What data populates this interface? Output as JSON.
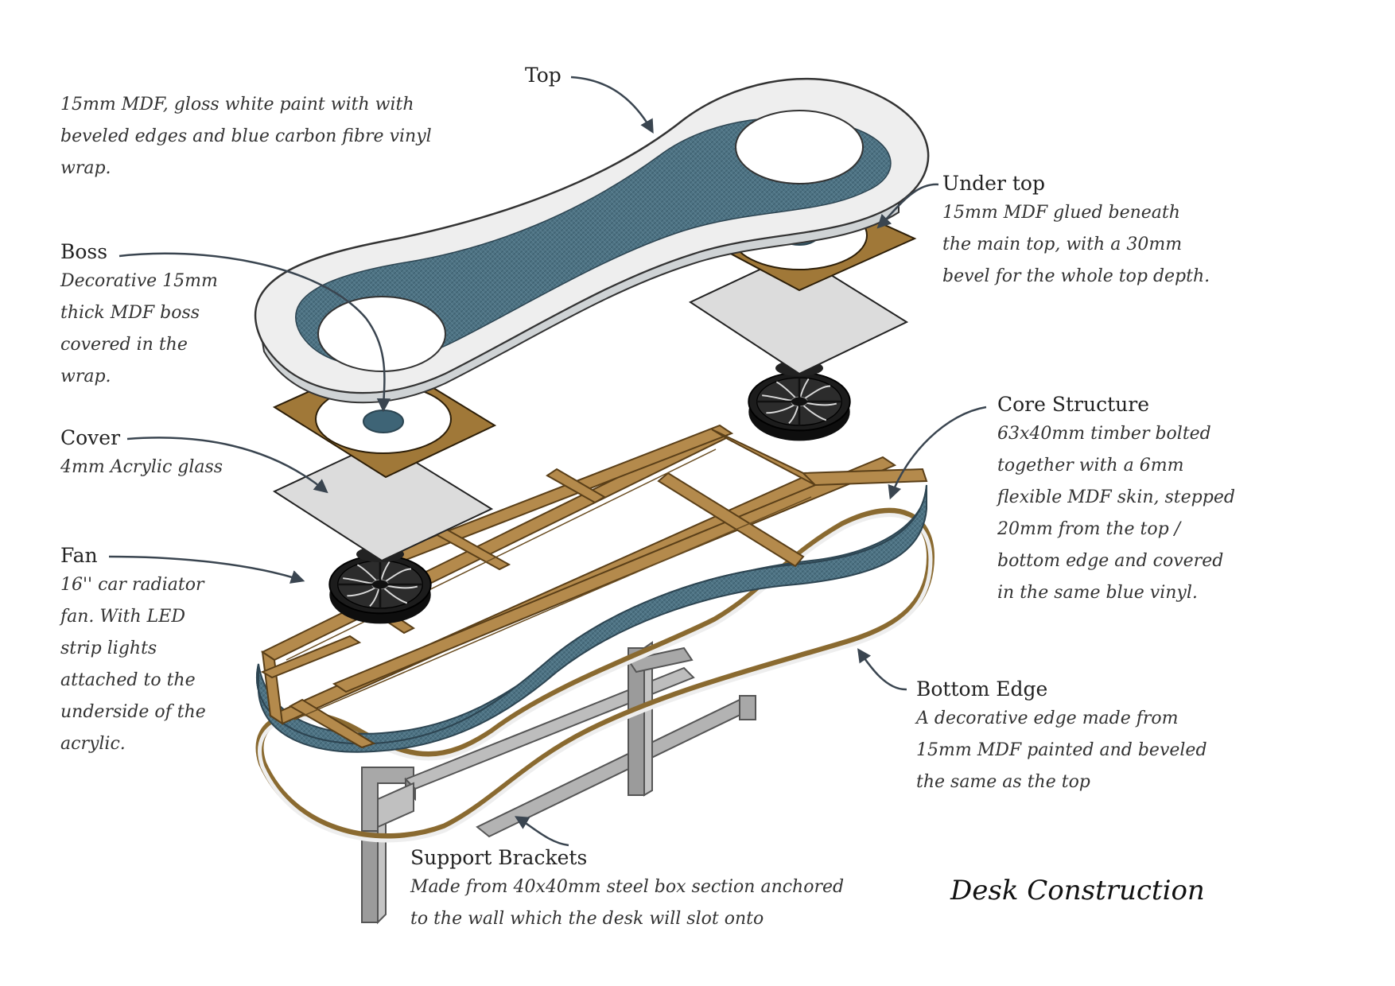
{
  "title": "Desk Construction",
  "callouts": {
    "top": {
      "label": "Top",
      "text": "15mm MDF, gloss white paint with  with\nbeveled edges and blue carbon fibre vinyl\nwrap."
    },
    "under_top": {
      "label": "Under top",
      "text": "15mm MDF glued beneath\nthe main top, with a 30mm\nbevel for the whole top depth."
    },
    "boss": {
      "label": "Boss",
      "text": "Decorative 15mm\nthick MDF boss\ncovered in the\nwrap."
    },
    "cover": {
      "label": "Cover",
      "text": "4mm Acrylic glass"
    },
    "fan": {
      "label": "Fan",
      "text": "16'' car radiator\nfan. With LED\nstrip lights\nattached to the\nunderside of the\nacrylic."
    },
    "core_structure": {
      "label": "Core Structure",
      "text": "63x40mm timber bolted\ntogether  with a 6mm\nflexible MDF skin, stepped\n20mm from the top /\nbottom edge and covered\nin the same blue vinyl."
    },
    "bottom_edge": {
      "label": "Bottom Edge",
      "text": "A  decorative  edge  made  from\n15mm MDF painted and beveled\nthe same as the top"
    },
    "support_brackets": {
      "label": "Support Brackets",
      "text": "Made from 40x40mm steel box section anchored\nto the wall which the desk will slot onto"
    }
  },
  "colors": {
    "vinyl_blue": "#4e7384",
    "white_paint": "#e9ebec",
    "mdf_brown": "#a07838",
    "timber": "#b48a4c",
    "acrylic": "#dcdcdc",
    "fan_black": "#1a1a1a",
    "steel": "#a6a6a6",
    "arrow": "#3a4550"
  }
}
